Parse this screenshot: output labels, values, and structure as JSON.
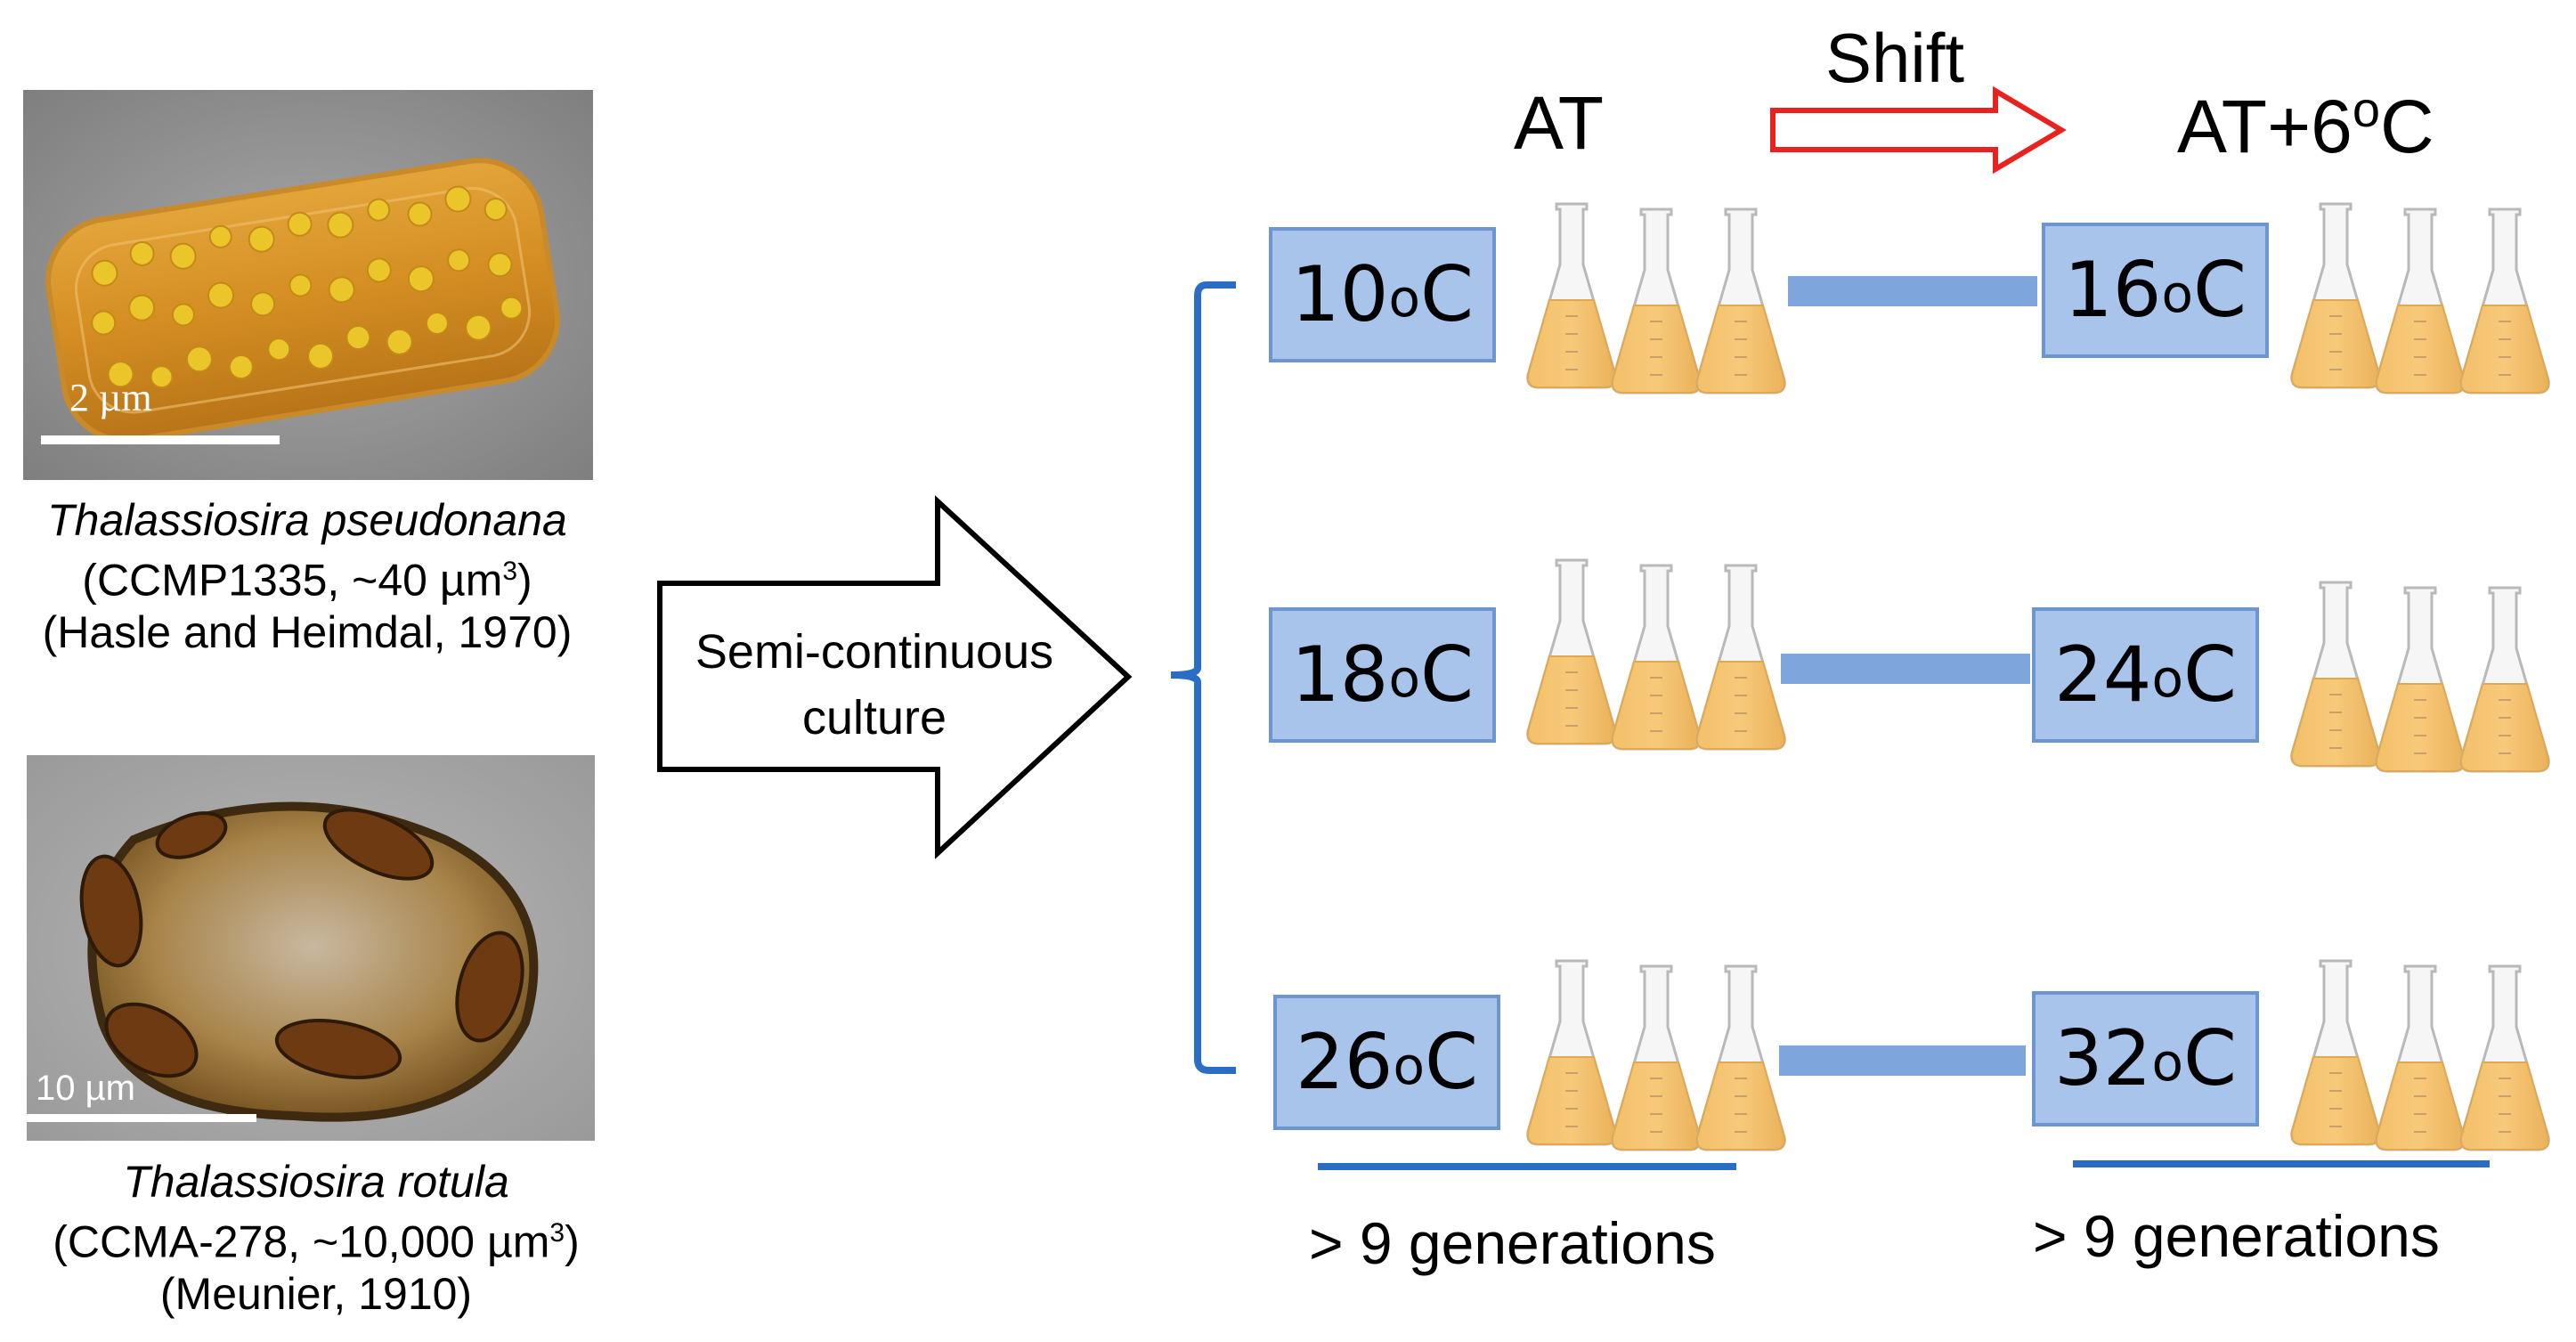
{
  "species": [
    {
      "name": "Thalassiosira pseudonana",
      "detail": "(CCMP1335, ~40 µm",
      "detail_sup": "3",
      "detail_end": ")",
      "reference": "(Hasle and Heimdal, 1970)",
      "scale_label": "2 µm",
      "colors": {
        "body": "#d99a2a",
        "dots": "#e8c22a",
        "background": "#9a9a9a"
      }
    },
    {
      "name": "Thalassiosira rotula",
      "detail": "(CCMA-278, ~10,000 µm",
      "detail_sup": "3",
      "detail_end": ")",
      "reference": "(Meunier, 1910)",
      "scale_label": "10 µm",
      "colors": {
        "body": "#a0782e",
        "chloroplast": "#6e3a12",
        "background": "#a8a8a8"
      }
    }
  ],
  "process_arrow": {
    "line1": "Semi-continuous",
    "line2": "culture"
  },
  "headers": {
    "left": "AT",
    "right": "AT+6",
    "right_sup": "o",
    "right_end": "C",
    "shift": "Shift"
  },
  "rows": [
    {
      "at_num": "10",
      "shift_num": "16"
    },
    {
      "at_num": "18",
      "shift_num": "24"
    },
    {
      "at_num": "26",
      "shift_num": "32"
    }
  ],
  "degree_sup": "o",
  "degree_unit": "C",
  "generations": {
    "left": "> 9 generations",
    "right": "> 9 generations"
  },
  "colors": {
    "temp_box": "#a9c4ea",
    "connector": "#7ea6dc",
    "bracket": "#2b6cc4",
    "shift_arrow": "#e8231f",
    "liquid": "#f7c97a"
  }
}
